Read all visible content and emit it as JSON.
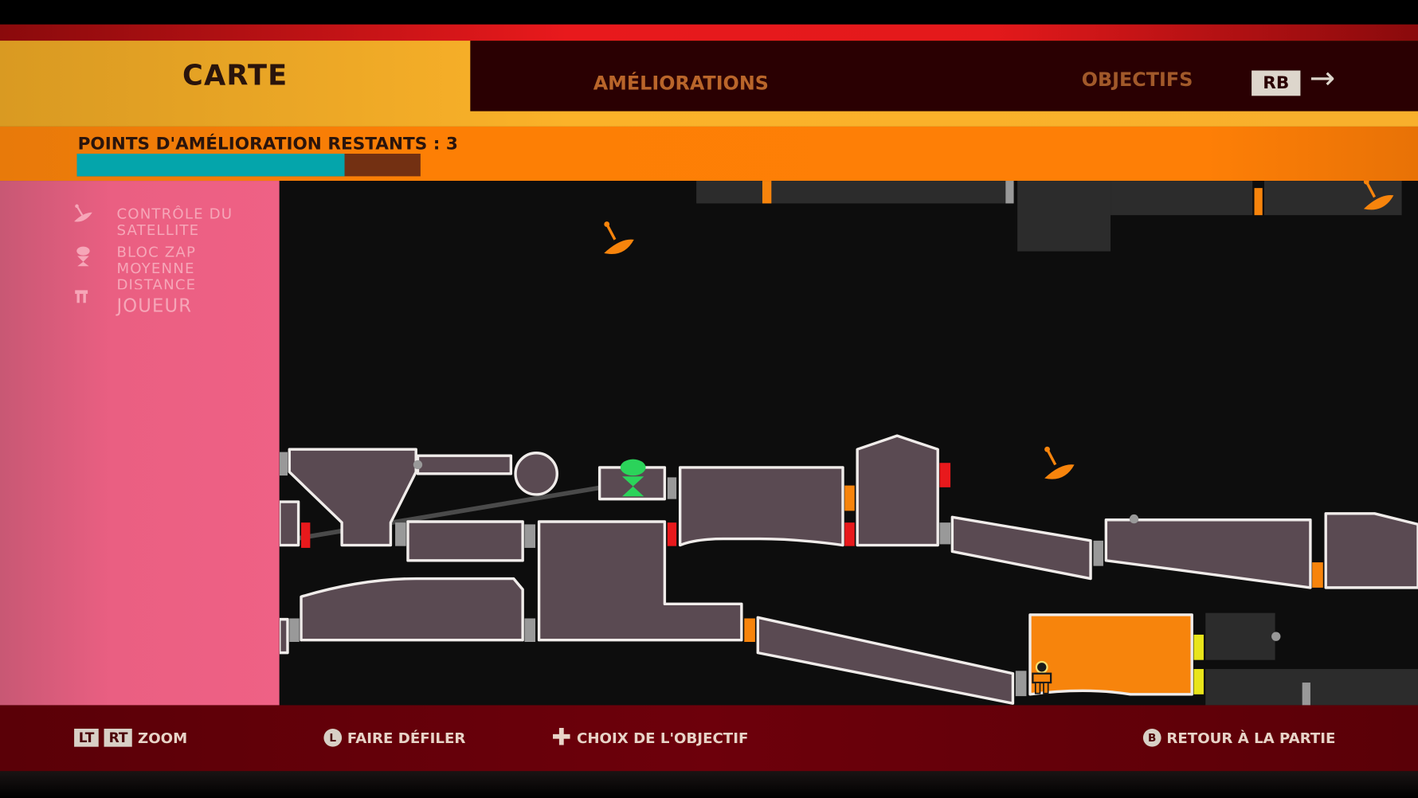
{
  "tabs": {
    "active": "CARTE",
    "upgrades": "AMÉLIORATIONS",
    "objectives": "OBJECTIFS",
    "next_button": "RB"
  },
  "upgrade_points": {
    "label": "POINTS D'AMÉLIORATION RESTANTS : 3",
    "progress_fraction": 0.78
  },
  "legend": [
    {
      "icon": "satellite-dish-icon",
      "label": "CONTRÔLE DU SATELLITE"
    },
    {
      "icon": "zap-block-icon",
      "label": "BLOC ZAP MOYENNE DISTANCE"
    },
    {
      "icon": "player-icon",
      "label": "JOUEUR"
    }
  ],
  "hints": {
    "lt": "LT",
    "rt": "RT",
    "zoom": "ZOOM",
    "l": "L",
    "scroll": "FAIRE DÉFILER",
    "objective_choice": "CHOIX DE L'OBJECTIF",
    "b": "B",
    "back": "RETOUR À LA PARTIE"
  },
  "colors": {
    "active_tab": "#fbb229",
    "progress": "#04a5ab",
    "current_room": "#f7840c",
    "sidebar": "#ef6185"
  }
}
